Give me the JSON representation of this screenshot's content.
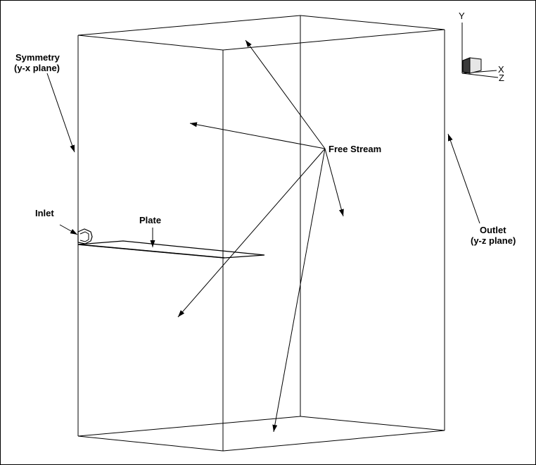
{
  "labels": {
    "symmetry_line1": "Symmetry",
    "symmetry_line2": "(y-x plane)",
    "free_stream": "Free Stream",
    "inlet": "Inlet",
    "plate": "Plate",
    "outlet_line1": "Outlet",
    "outlet_line2": "(y-z plane)"
  },
  "axes_triad": {
    "y": "Y",
    "x": "X",
    "z": "Z"
  }
}
